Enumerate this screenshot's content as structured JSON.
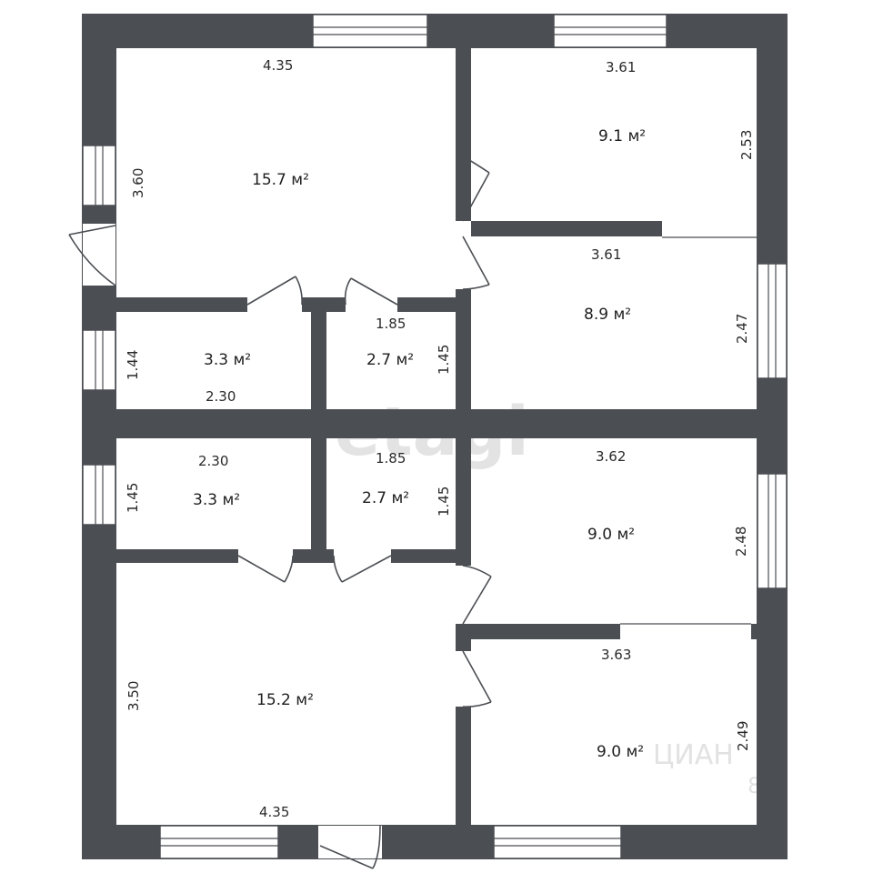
{
  "watermark": {
    "brand": "etagi",
    "corner_text": "ЦИАН",
    "corner_number": "81"
  },
  "rooms": [
    {
      "id": "top-left",
      "area": "15.7 м²",
      "width": "4.35",
      "height": "3.60"
    },
    {
      "id": "top-right-upper",
      "area": "9.1 м²",
      "width": "3.61",
      "height": "2.53"
    },
    {
      "id": "top-right-lower",
      "area": "8.9 м²",
      "width": "3.61",
      "height": "2.47"
    },
    {
      "id": "mid-upper-left",
      "area": "3.3 м²",
      "width": "2.30",
      "height": "1.44"
    },
    {
      "id": "mid-upper-center",
      "area": "2.7 м²",
      "width": "1.85",
      "height": "1.45"
    },
    {
      "id": "mid-lower-left",
      "area": "3.3 м²",
      "width": "2.30",
      "height": "1.45"
    },
    {
      "id": "mid-lower-center",
      "area": "2.7 м²",
      "width": "1.85",
      "height": "1.45"
    },
    {
      "id": "bottom-right-upper",
      "area": "9.0 м²",
      "width": "3.62",
      "height": "2.48"
    },
    {
      "id": "bottom-left",
      "area": "15.2 м²",
      "width": "4.35",
      "height": "3.50"
    },
    {
      "id": "bottom-right-lower",
      "area": "9.0 м²",
      "width": "3.63",
      "height": "2.49"
    }
  ]
}
